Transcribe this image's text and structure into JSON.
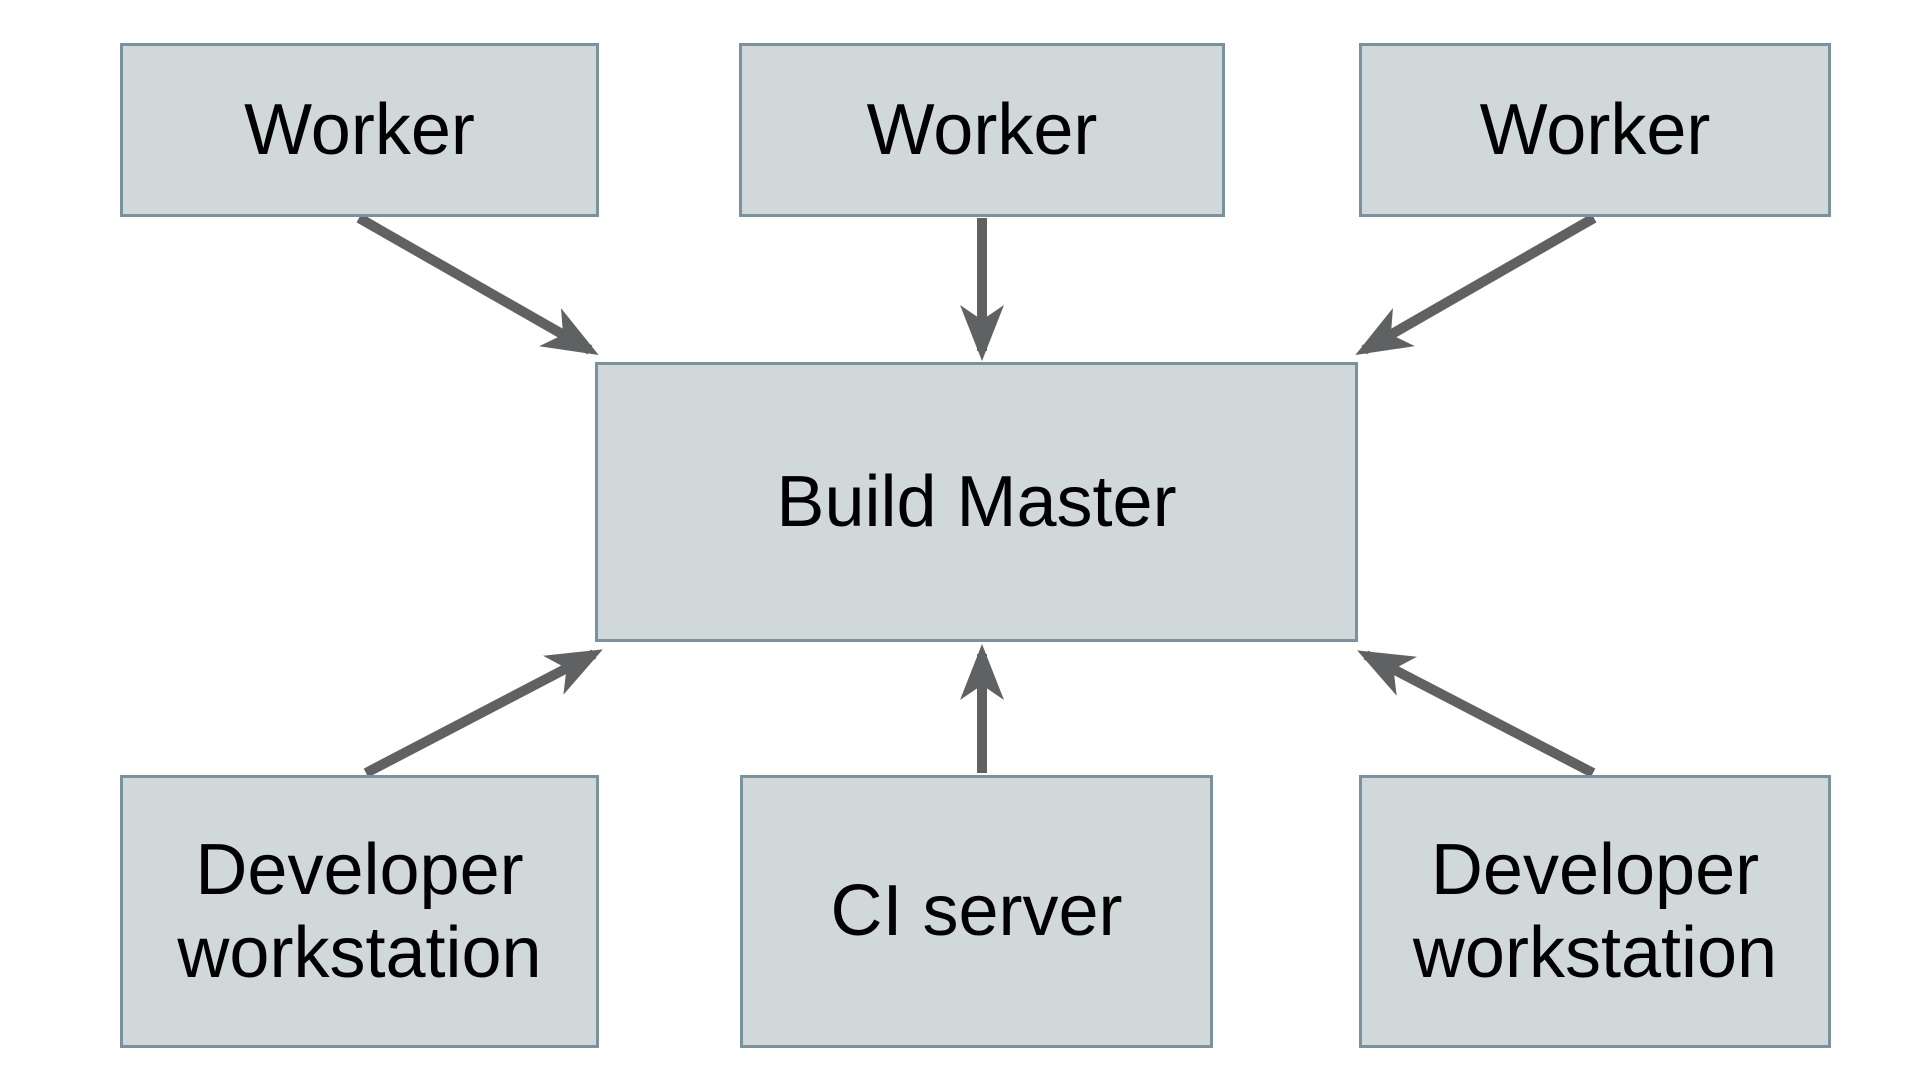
{
  "diagram": {
    "type": "architecture-diagram",
    "description": "Build system topology: three Workers feed the Build Master; two Developer workstations and a CI server feed the Build Master"
  },
  "colors": {
    "node-fill": "#d0d8da",
    "node-border": "#7b919c",
    "arrow-color": "#5f6163",
    "text-color": "#000000",
    "background": "#ffffff"
  },
  "nodes": {
    "worker1": {
      "label": "Worker"
    },
    "worker2": {
      "label": "Worker"
    },
    "worker3": {
      "label": "Worker"
    },
    "buildMaster": {
      "label": "Build Master"
    },
    "devLeft": {
      "label": "Developer workstation"
    },
    "ciServer": {
      "label": "CI server"
    },
    "devRight": {
      "label": "Developer workstation"
    }
  },
  "edges": [
    {
      "from": "worker1",
      "to": "buildMaster"
    },
    {
      "from": "worker2",
      "to": "buildMaster"
    },
    {
      "from": "worker3",
      "to": "buildMaster"
    },
    {
      "from": "devLeft",
      "to": "buildMaster"
    },
    {
      "from": "ciServer",
      "to": "buildMaster"
    },
    {
      "from": "devRight",
      "to": "buildMaster"
    }
  ]
}
